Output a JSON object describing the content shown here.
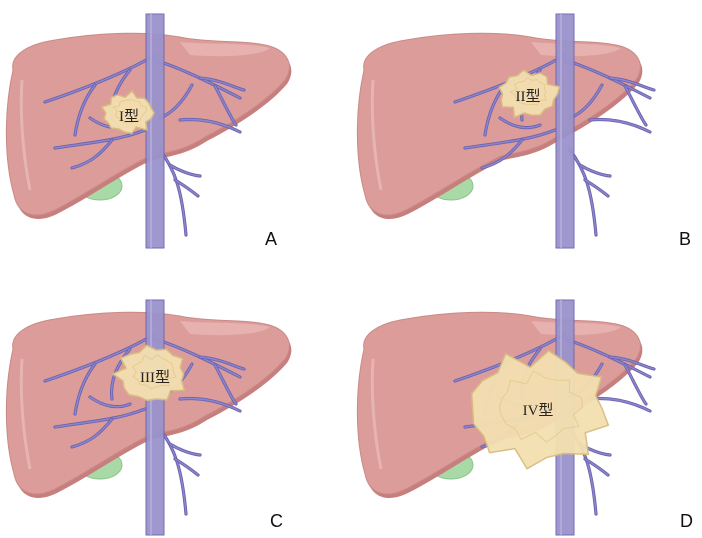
{
  "panels": [
    {
      "letter": "A",
      "tumor_label": "I型"
    },
    {
      "letter": "B",
      "tumor_label": "II型"
    },
    {
      "letter": "C",
      "tumor_label": "III型"
    },
    {
      "letter": "D",
      "tumor_label": "IV型"
    }
  ],
  "colors": {
    "liver_fill": "#dc9d9a",
    "liver_shadow": "#c77f7d",
    "liver_highlight": "#e9b9b6",
    "vein_fill": "#9a93cc",
    "vein_stroke": "#6e64ad",
    "branch_stroke": "#6b63b0",
    "gallbladder": "#a9d9a7",
    "tumor_fill": "#f3dfb0",
    "tumor_stroke": "#d8bd7f"
  },
  "icons": [
    "liver-illustration",
    "vena-cava",
    "hepatic-vein-branches",
    "gallbladder",
    "tumor-mass"
  ]
}
